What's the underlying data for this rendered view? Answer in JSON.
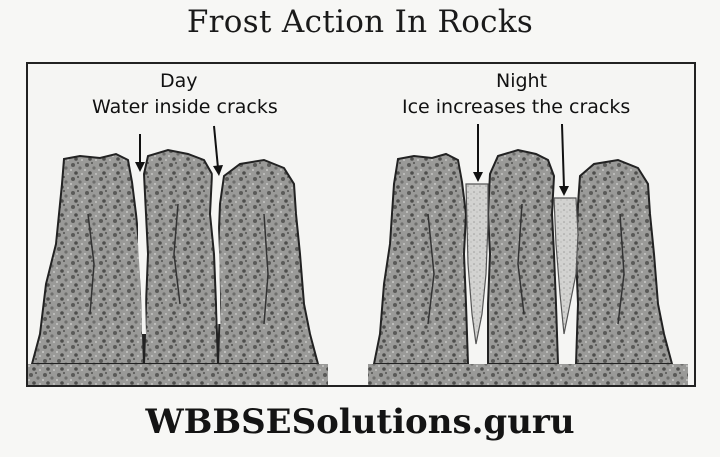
{
  "title": "Frost Action In Rocks",
  "left_panel": {
    "label_line1": "Day",
    "label_line2": "Water inside cracks"
  },
  "right_panel": {
    "label_line1": "Night",
    "label_line2": "Ice increases the cracks"
  },
  "watermark": "WBBSESolutions.guru",
  "colors": {
    "rock_fill": "#8a8a88",
    "rock_outline": "#222222",
    "ice_fill": "#c8c8c6",
    "background": "#f5f5f3"
  }
}
